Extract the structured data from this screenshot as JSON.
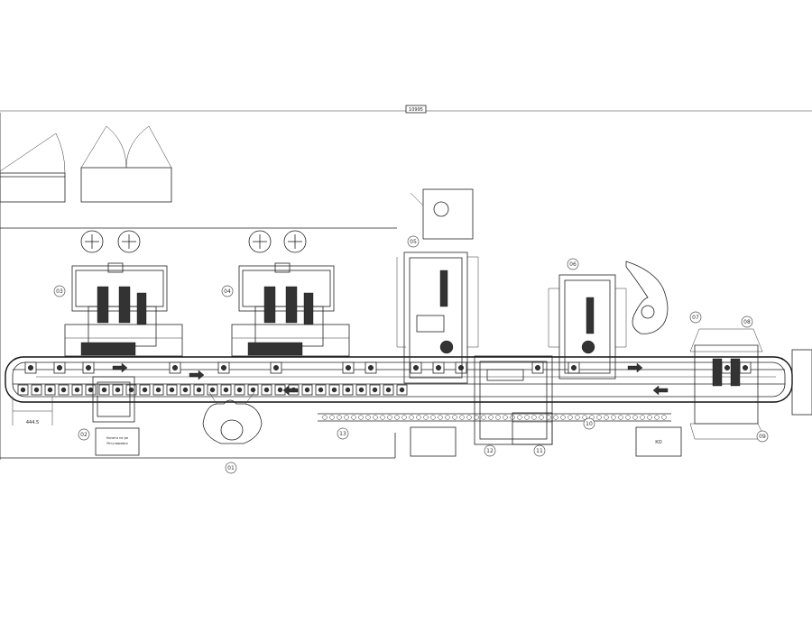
{
  "drawing": {
    "overall_dimension": "10995",
    "left_dimension": "444.5",
    "box_text_left_line1": "Ничего не ре",
    "box_text_left_line2": "Регулировка",
    "box_text_right": "КО",
    "balloons": [
      "01",
      "02",
      "03",
      "04",
      "05",
      "06",
      "07",
      "08",
      "09",
      "10",
      "11",
      "12",
      "13"
    ]
  }
}
